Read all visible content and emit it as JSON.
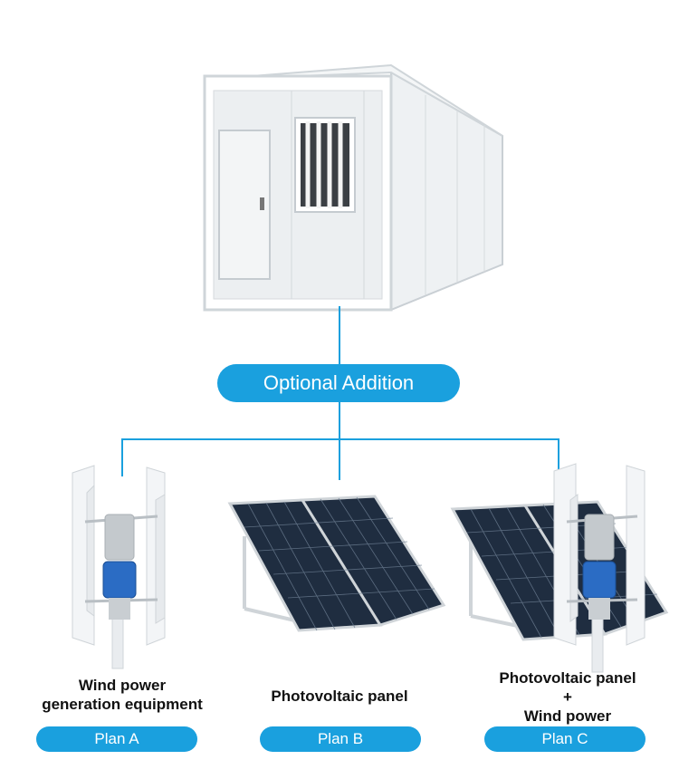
{
  "optional_addition": "Optional Addition",
  "options": [
    {
      "caption_lines": [
        "Wind power",
        "generation equipment"
      ],
      "plan": "Plan A",
      "illustration": "vertical-wind-turbine"
    },
    {
      "caption_lines": [
        "Photovoltaic panel"
      ],
      "plan": "Plan B",
      "illustration": "solar-panel"
    },
    {
      "caption_lines": [
        "Photovoltaic panel",
        "+",
        "Wind power"
      ],
      "plan": "Plan C",
      "illustration": "solar-panel-with-wind-turbine"
    }
  ],
  "colors": {
    "accent": "#1aa0de",
    "panel": "#1e2a3a",
    "container": "#e8ecef"
  },
  "icons": {
    "main": "container-house-image"
  }
}
